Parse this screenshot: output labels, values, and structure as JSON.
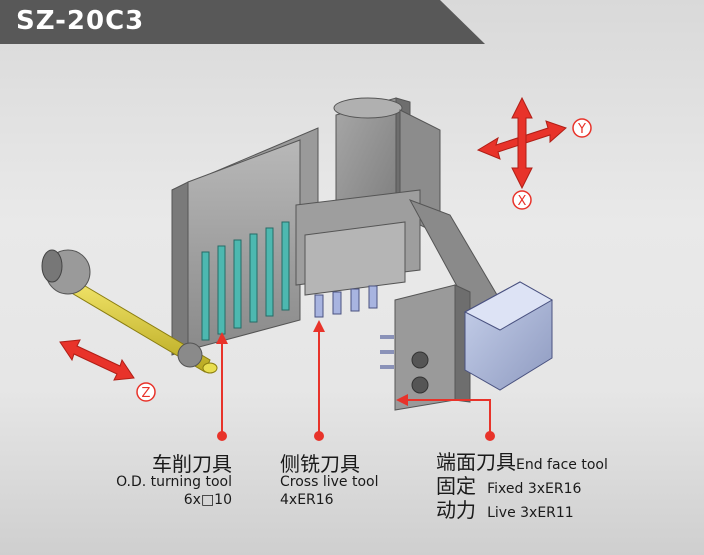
{
  "title": "SZ-20C3",
  "axes": {
    "x": "X",
    "y": "Y",
    "z": "Z"
  },
  "labels": {
    "turning": {
      "zh": "车削刀具",
      "en": "O.D. turning tool",
      "spec": "6x□10"
    },
    "cross": {
      "zh": "侧铣刀具",
      "en": "Cross live tool",
      "spec": "4xER16"
    },
    "endface": {
      "zh": "端面刀具",
      "en": "End face tool",
      "fixed_zh": "固定",
      "fixed_en": "Fixed 3xER16",
      "live_zh": "动力",
      "live_en": "Live 3xER11"
    }
  },
  "colors": {
    "accent": "#e8332a",
    "tool": "#4db8b0",
    "title_bg": "#585858"
  }
}
